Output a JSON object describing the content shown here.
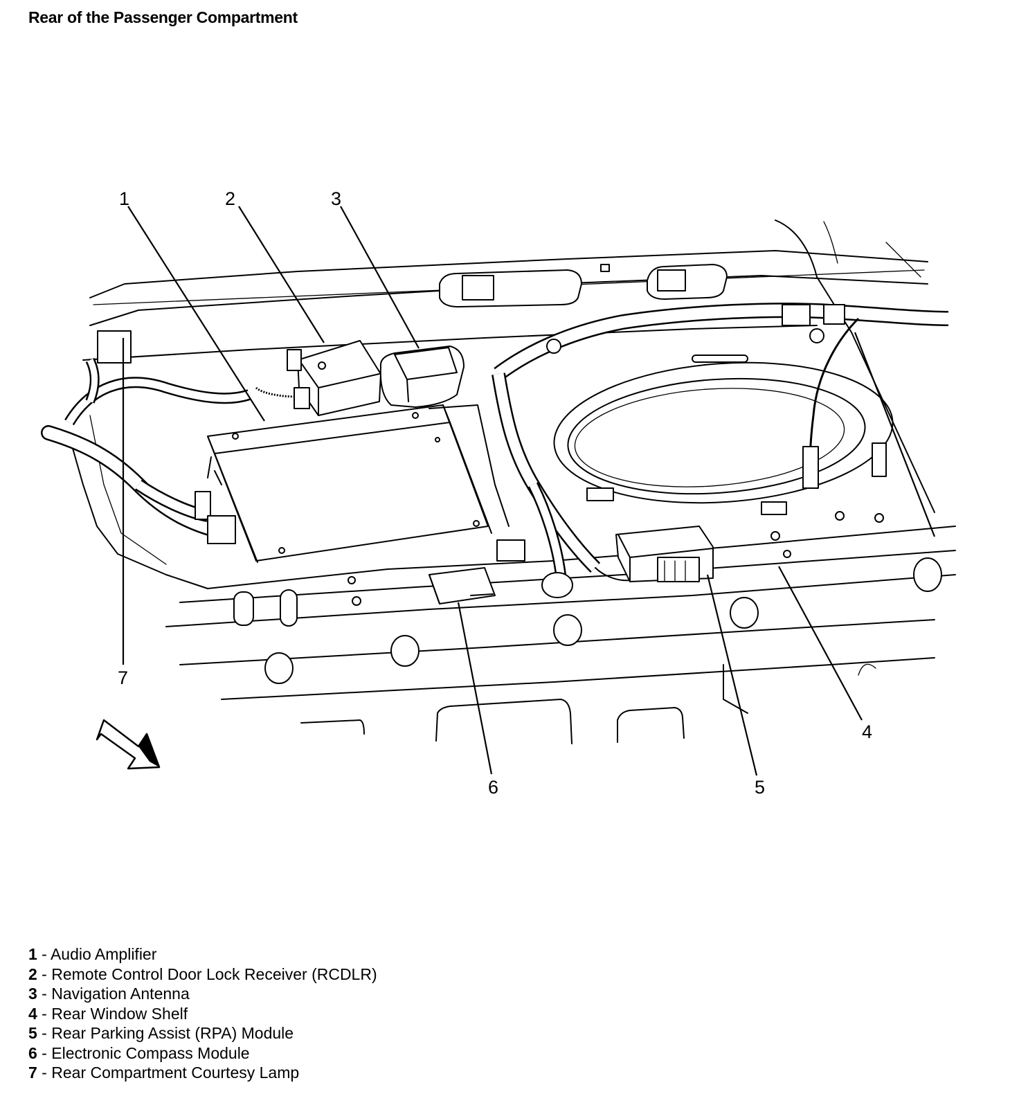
{
  "title": "Rear of the Passenger Compartment",
  "callouts": [
    "1",
    "2",
    "3",
    "4",
    "5",
    "6",
    "7"
  ],
  "legend": [
    {
      "num": "1",
      "sep": " - ",
      "label": "Audio Amplifier"
    },
    {
      "num": "2",
      "sep": " - ",
      "label": "Remote Control Door Lock Receiver (RCDLR)"
    },
    {
      "num": "3",
      "sep": " - ",
      "label": "Navigation Antenna"
    },
    {
      "num": "4",
      "sep": " - ",
      "label": "Rear Window Shelf"
    },
    {
      "num": "5",
      "sep": " - ",
      "label": "Rear Parking Assist (RPA) Module"
    },
    {
      "num": "6",
      "sep": " - ",
      "label": "Electronic Compass Module"
    },
    {
      "num": "7",
      "sep": " - ",
      "label": "Rear Compartment Courtesy Lamp"
    }
  ],
  "icons": {
    "direction_arrow": "forward-arrow-icon"
  }
}
